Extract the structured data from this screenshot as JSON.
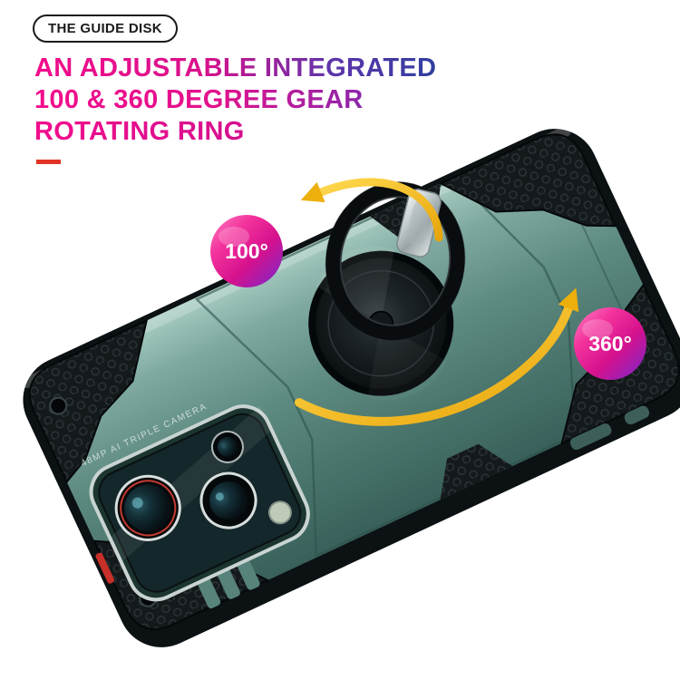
{
  "badge": {
    "label": "THE GUIDE DISK"
  },
  "heading": {
    "line1": "AN ADJUSTABLE INTEGRATED",
    "line2": "100 & 360 DEGREE GEAR",
    "line3": "ROTATING RING"
  },
  "callouts": {
    "rotation_small": "100°",
    "rotation_full": "360°"
  },
  "product": {
    "camera_text": "48MP AI TRIPLE CAMERA"
  },
  "colors": {
    "accent_pink": "#f20d8c",
    "accent_blue": "#2e3f9f",
    "accent_purple": "#8a27ab",
    "red_accent": "#e23325",
    "arrow_gold": "#edaf0b",
    "case_teal": "#5d8a81",
    "badge_gradient_start": "#ff80c4",
    "badge_gradient_end": "#7429cf"
  }
}
